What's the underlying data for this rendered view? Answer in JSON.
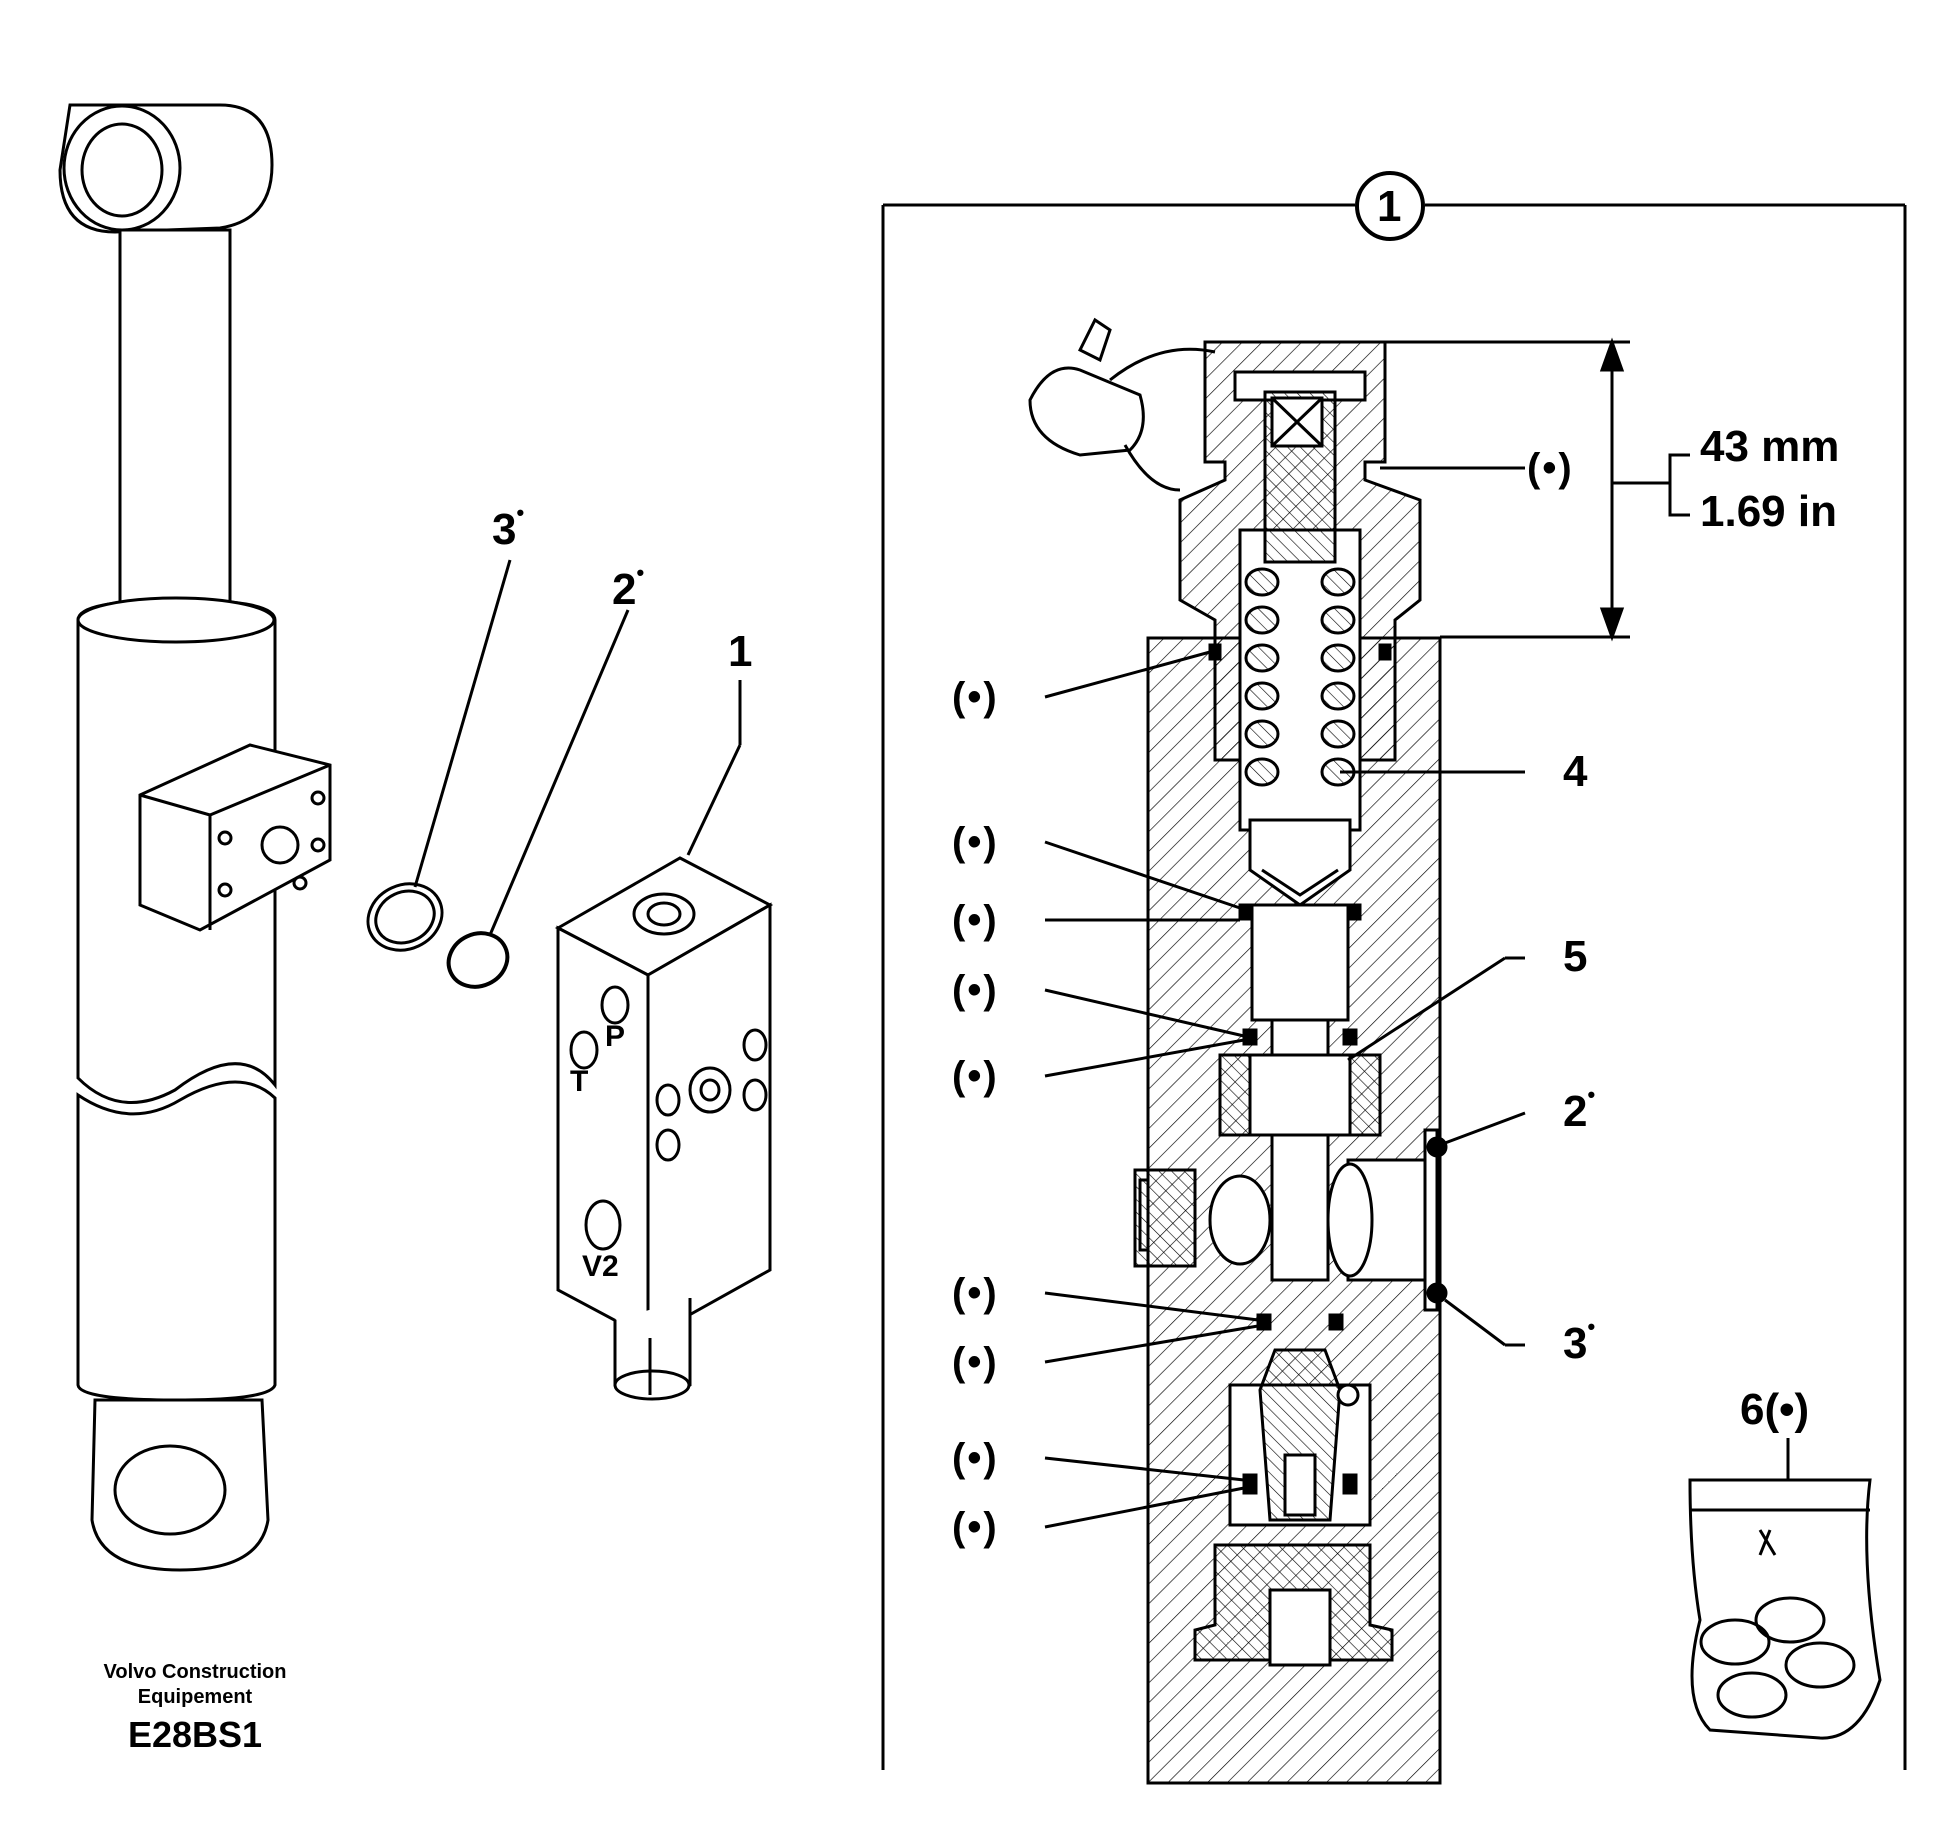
{
  "exploded": {
    "part_3": "3",
    "part_2": "2",
    "part_1": "1",
    "port_p": "P",
    "port_t": "T",
    "port_v2": "V2",
    "kit_marker": "•"
  },
  "section": {
    "circle_label": "1",
    "dim_mm": "43 mm",
    "dim_in": "1.69 in",
    "kit_item": "(•)",
    "part_4": "4",
    "part_5": "5",
    "part_2": "2",
    "part_3": "3",
    "part_6": "6(•)"
  },
  "footer": {
    "company_line1": "Volvo Construction",
    "company_line2": "Equipement",
    "drawing_code": "E28BS1"
  }
}
